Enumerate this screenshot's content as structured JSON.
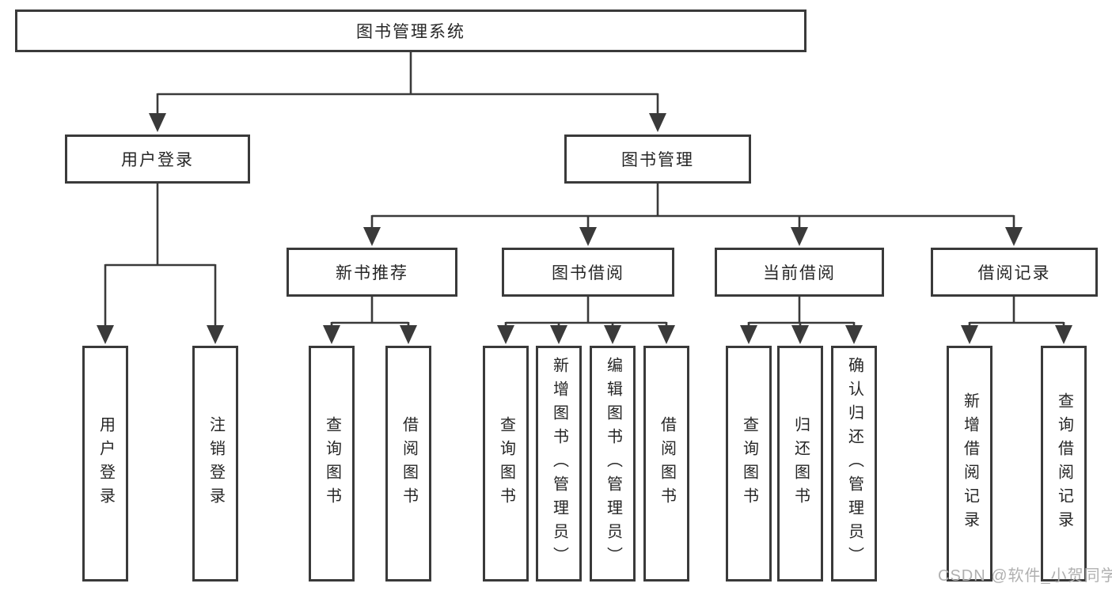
{
  "tree": {
    "root": "图书管理系统",
    "children": [
      {
        "label": "用户登录",
        "children": [
          {
            "label": "用户登录"
          },
          {
            "label": "注销登录"
          }
        ]
      },
      {
        "label": "图书管理",
        "children": [
          {
            "label": "新书推荐",
            "children": [
              {
                "label": "查询图书"
              },
              {
                "label": "借阅图书"
              }
            ]
          },
          {
            "label": "图书借阅",
            "children": [
              {
                "label": "查询图书"
              },
              {
                "label": "新增图书（管理员）"
              },
              {
                "label": "编辑图书（管理员）"
              },
              {
                "label": "借阅图书"
              }
            ]
          },
          {
            "label": "当前借阅",
            "children": [
              {
                "label": "查询图书"
              },
              {
                "label": "归还图书"
              },
              {
                "label": "确认归还（管理员）"
              }
            ]
          },
          {
            "label": "借阅记录",
            "children": [
              {
                "label": "新增借阅记录"
              },
              {
                "label": "查询借阅记录"
              }
            ]
          }
        ]
      }
    ]
  },
  "watermark": "CSDN @软件_小贺同学",
  "colors": {
    "line": "#3a3a3a",
    "box_border": "#3a3a3a",
    "box_fill": "#ffffff",
    "text": "#262626",
    "watermark": "#b0b0b0",
    "background": "#ffffff"
  }
}
